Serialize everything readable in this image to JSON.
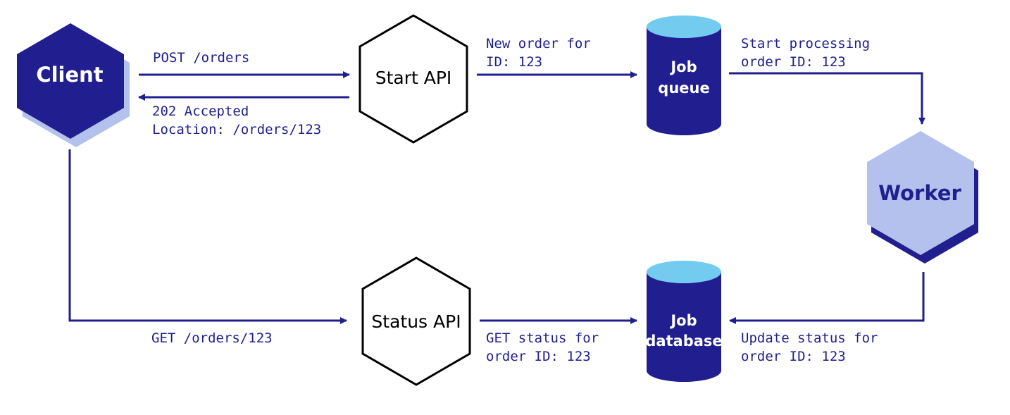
{
  "colors": {
    "navy": "#211f8f",
    "lavender": "#b3c1ec",
    "sky": "#74cbf0",
    "text_dark": "#000000",
    "text_light": "#ffffff"
  },
  "nodes": {
    "client": {
      "label": "Client"
    },
    "start_api": {
      "label": "Start API"
    },
    "status_api": {
      "label": "Status API"
    },
    "job_queue": {
      "label_line1": "Job",
      "label_line2": "queue"
    },
    "job_database": {
      "label_line1": "Job",
      "label_line2": "database"
    },
    "worker": {
      "label": "Worker"
    }
  },
  "edges": {
    "post_orders": {
      "line1": "POST /orders"
    },
    "accepted": {
      "line1": "202 Accepted",
      "line2": "Location: /orders/123"
    },
    "new_order": {
      "line1": "New order for",
      "line2": "ID: 123"
    },
    "start_processing": {
      "line1": "Start processing",
      "line2": "order ID: 123"
    },
    "get_orders": {
      "line1": "GET /orders/123"
    },
    "get_status": {
      "line1": "GET status for",
      "line2": "order ID: 123"
    },
    "update_status": {
      "line1": "Update status for",
      "line2": "order ID: 123"
    }
  }
}
